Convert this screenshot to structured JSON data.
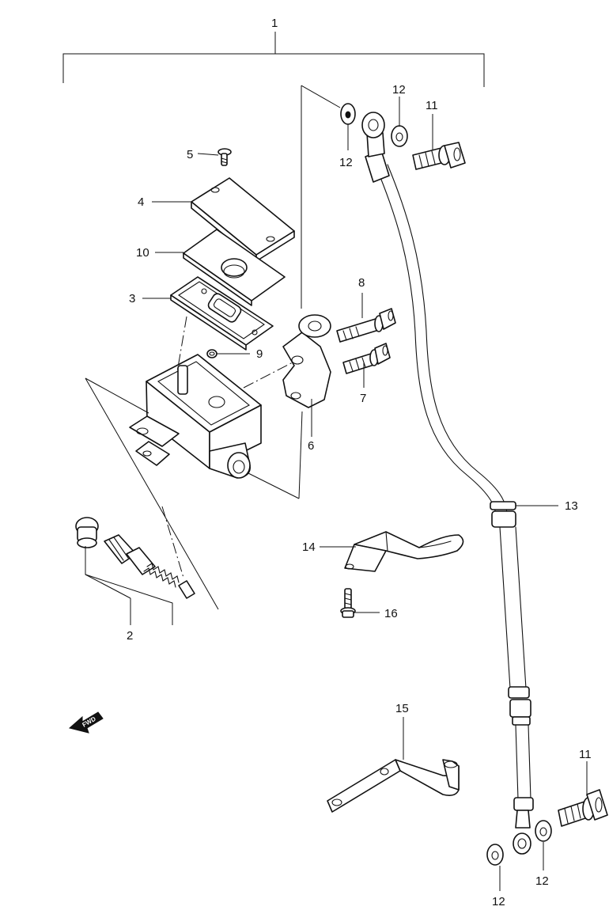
{
  "callouts": {
    "c1": "1",
    "c2": "2",
    "c3": "3",
    "c4": "4",
    "c5": "5",
    "c6": "6",
    "c7": "7",
    "c8": "8",
    "c9": "9",
    "c10": "10",
    "c11a": "11",
    "c11b": "11",
    "c12a": "12",
    "c12b": "12",
    "c12c": "12",
    "c12d": "12",
    "c13": "13",
    "c14": "14",
    "c15": "15",
    "c16": "16"
  },
  "fwd_label": "FWD"
}
